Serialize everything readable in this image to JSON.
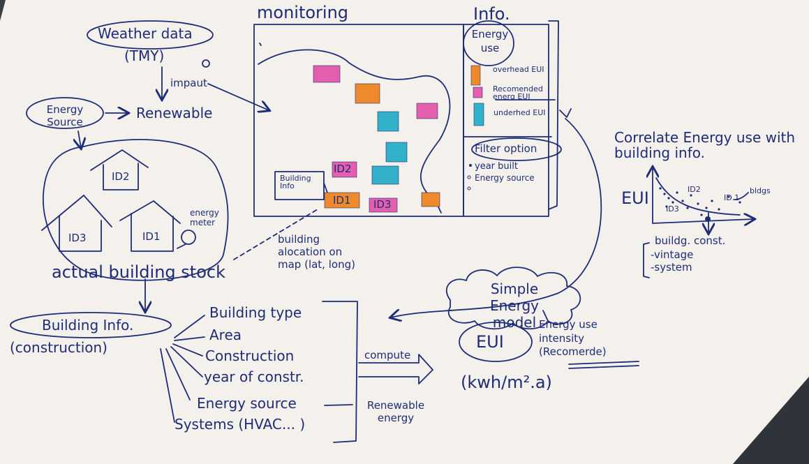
{
  "monitoring": {
    "title": "monitoring",
    "building_info_label": "Building Info",
    "tags": [
      "ID2",
      "ID1",
      "ID3"
    ]
  },
  "info_panel": {
    "title": "Info.",
    "energy_use_title": "Energy use",
    "legend": [
      "overhead EUI",
      "Recomended energ EUI",
      "underhed EUI"
    ],
    "filter_title": "Filter option",
    "filter_items": [
      "year built",
      "Energy source"
    ]
  },
  "weather": {
    "title": "Weather data",
    "subtitle": "(TMY)",
    "arrow_label": "impaut"
  },
  "energy_source": {
    "label": "Energy Source",
    "renewable": "Renewable"
  },
  "stock": {
    "houses": [
      "ID2",
      "ID3",
      "ID1"
    ],
    "meter_label": "energy meter",
    "caption": "actual building stock",
    "allocation_note": "building alocation on map (lat, long)"
  },
  "building_info": {
    "title": "Building Info.",
    "subtitle": "(construction)",
    "attributes": [
      "Building type",
      "Area",
      "Construction",
      "year of constr.",
      "Energy source",
      "Systems (HVAC... )"
    ]
  },
  "compute": {
    "label": "compute",
    "renewable": "Renewable energy"
  },
  "model": {
    "title": "Simple Energy model",
    "eui": "EUI",
    "description": "Energy use intensity (Recomerde)",
    "unit": "(kwh/m².a)"
  },
  "correlate": {
    "title": "Correlate Energy use with building info.",
    "axis_label": "EUI",
    "points": [
      "ID2",
      "ID.1",
      "ID3"
    ],
    "series_label": "bldgs",
    "factors": [
      "buildg. const.",
      "-vintage",
      "-system"
    ]
  },
  "colors": {
    "ink": "#1e2c78",
    "paper": "#f4f1ec",
    "pink": "#e35fae",
    "orange": "#ef8a2c",
    "teal": "#33b1c8"
  }
}
